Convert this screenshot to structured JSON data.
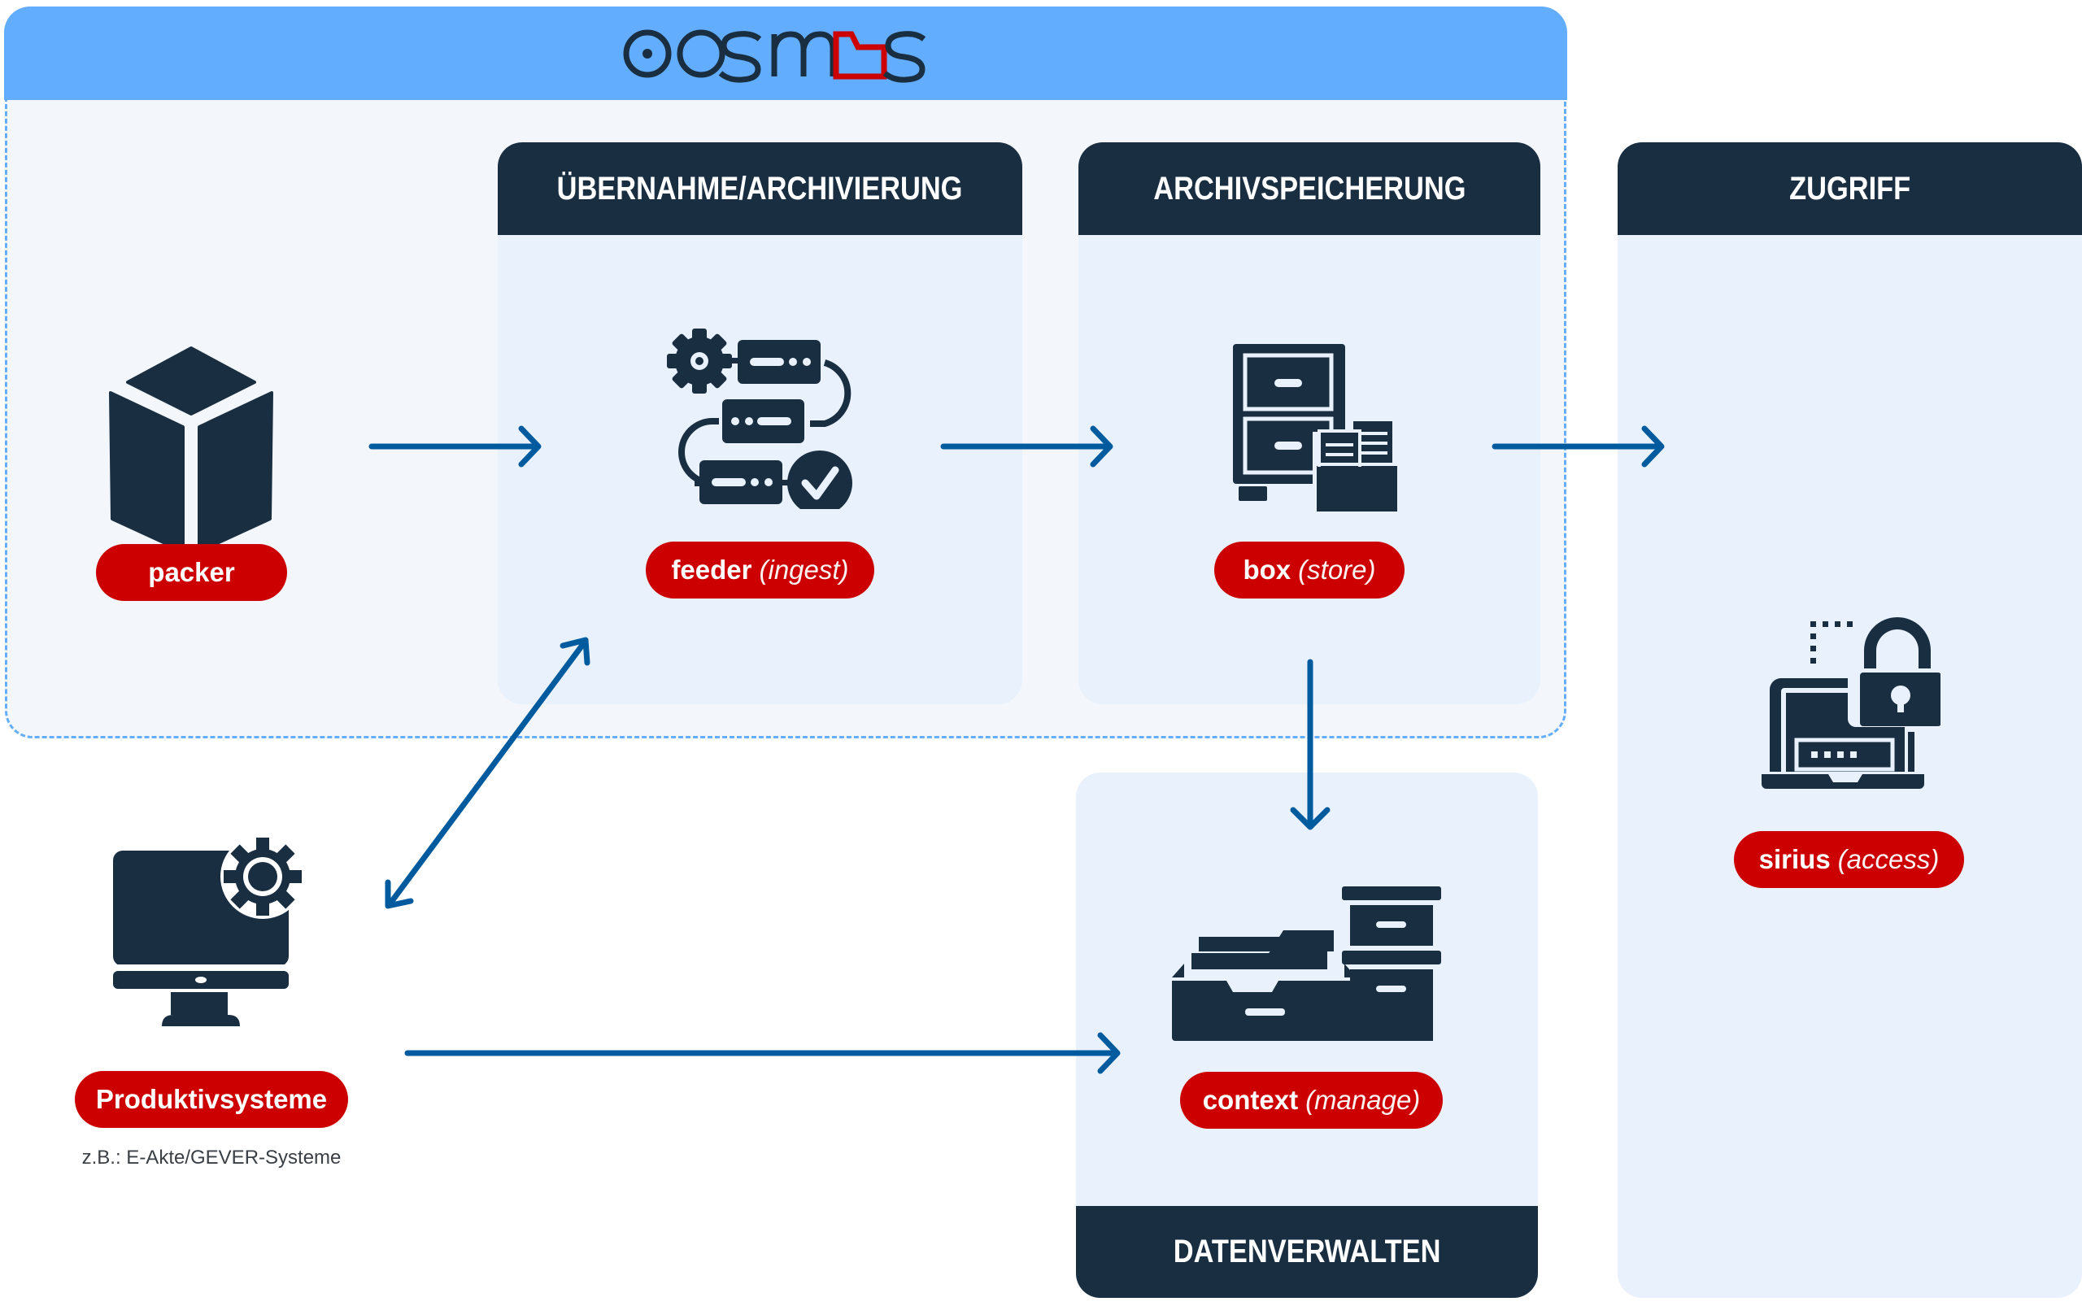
{
  "logo": {
    "text_left": "cosm",
    "text_right": "s",
    "accent_color": "#cc0000"
  },
  "colors": {
    "header_blue": "#63adfe",
    "dark": "#192e41",
    "arrow": "#005b9e",
    "pill": "#cc0000",
    "panel_bg": "#e8f1fc"
  },
  "stages": {
    "ingest": {
      "title": "ÜBERNAHME/ARCHIVIERUNG",
      "tool": "feeder",
      "role": "(ingest)",
      "icon": "workflow-gear-check-icon"
    },
    "store": {
      "title": "ARCHIVSPEICHERUNG",
      "tool": "box",
      "role": "(store)",
      "icon": "filing-cabinet-icon"
    },
    "access": {
      "title": "ZUGRIFF",
      "tool": "sirius",
      "role": "(access)",
      "icon": "laptop-lock-icon"
    },
    "manage": {
      "title": "DATENVERWALTEN",
      "tool": "context",
      "role": "(manage)",
      "icon": "archive-boxes-icon"
    }
  },
  "packer": {
    "label": "packer",
    "icon": "package-cube-icon"
  },
  "source": {
    "label": "Produktivsysteme",
    "caption": "z.B.: E-Akte/GEVER-Systeme",
    "icon": "monitor-gear-icon"
  }
}
